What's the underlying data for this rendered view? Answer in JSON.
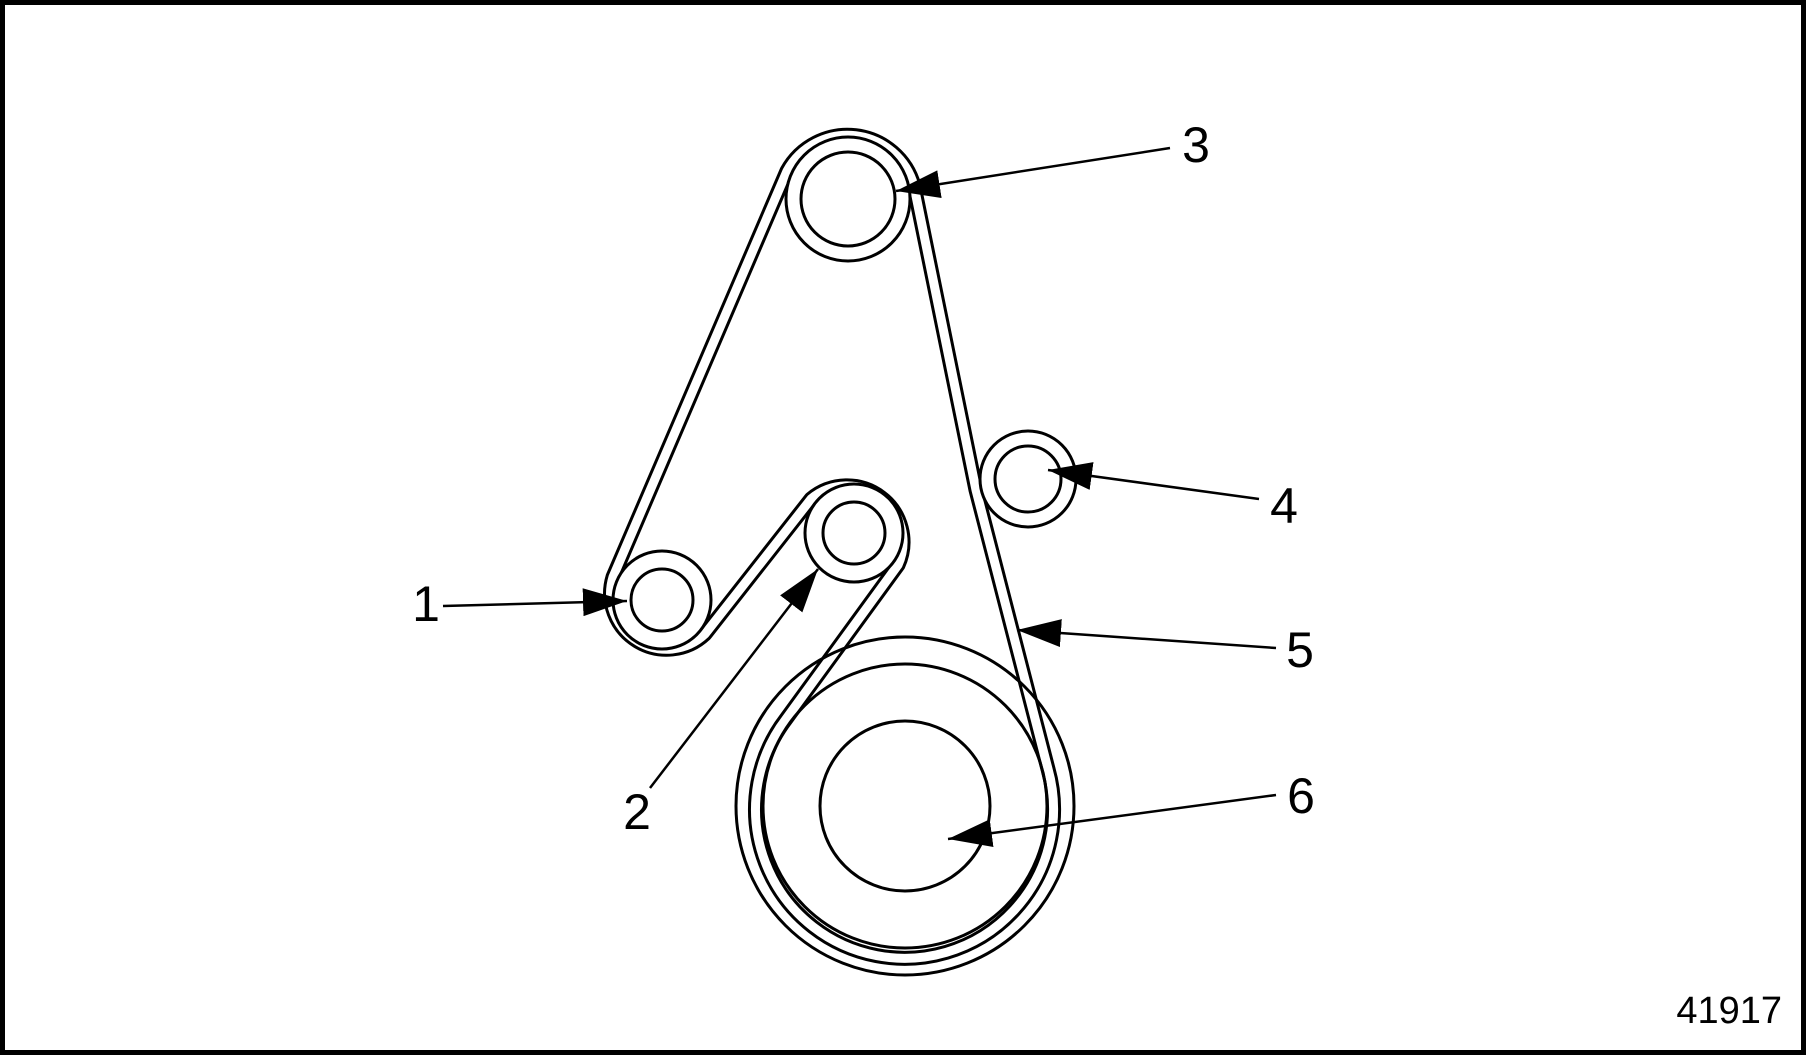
{
  "diagram": {
    "figure_number": "41917",
    "colors": {
      "line": "#000000",
      "background": "#ffffff"
    },
    "callouts": [
      {
        "label": "1"
      },
      {
        "label": "2"
      },
      {
        "label": "3"
      },
      {
        "label": "4"
      },
      {
        "label": "5"
      },
      {
        "label": "6"
      }
    ]
  }
}
